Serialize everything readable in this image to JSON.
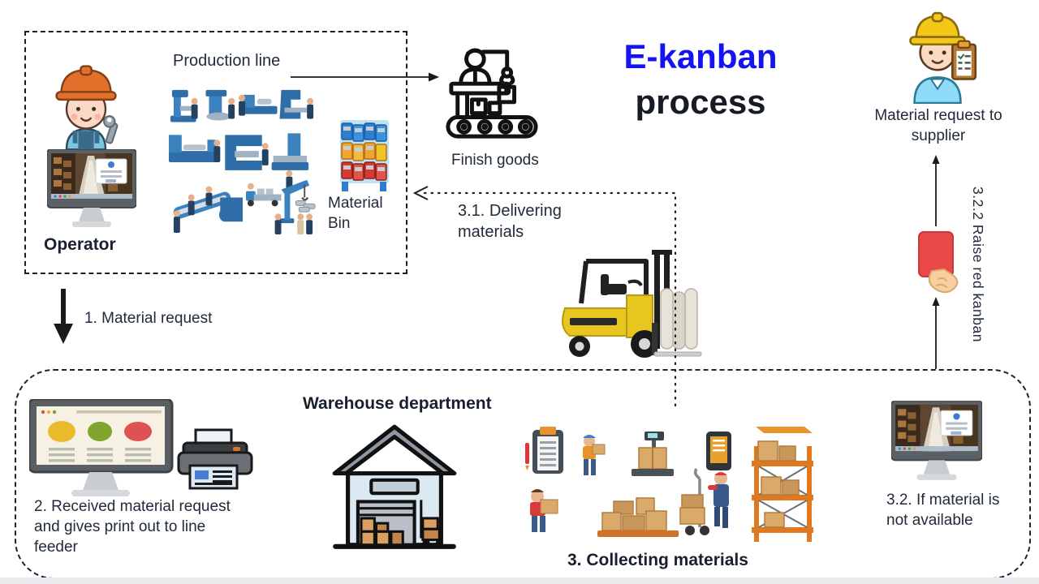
{
  "title": {
    "lines": [
      "E-kanban",
      "process"
    ]
  },
  "production": {
    "label": "Production line",
    "operator_label": "Operator",
    "material_bin_lines": [
      "Material",
      "Bin"
    ]
  },
  "finish_goods": {
    "label": "Finish goods"
  },
  "supplier": {
    "label_lines": [
      "Material request to",
      "supplier"
    ]
  },
  "flows": {
    "material_request": "1. Material request",
    "delivering_lines": [
      "3.1. Delivering",
      "materials"
    ],
    "raise_red_kanban": "3.2.2 Raise red kanban"
  },
  "warehouse": {
    "label": "Warehouse department",
    "received_lines": [
      "2. Received material request",
      "and gives print out to line",
      "feeder"
    ],
    "collecting_label": "3. Collecting materials",
    "not_available_lines": [
      "3.2. If material is",
      "not available"
    ]
  },
  "colors": {
    "accent_blue": "#1414f2",
    "text_dark": "#212b3a",
    "kanban_red": "#e84848",
    "forklift_yellow": "#e9c51f",
    "machine_blue": "#2e6da8",
    "bin_blue": "#2f7fd0",
    "bin_yellow": "#f2a42c",
    "bin_red": "#d83a30",
    "box_tan": "#d9aa6a",
    "rack_orange": "#e07820"
  },
  "icons": {
    "operator": "worker-with-orange-hardhat-and-wrench",
    "operator_terminal": "monitor-with-warehouse-app-login",
    "production_machines": "blue-isometric-factory-machines",
    "material_bin": "stacked-color-parts-bins",
    "finish_goods": "outline-worker-at-conveyor-with-crane-hook",
    "supplier": "worker-with-yellow-hardhat-and-clipboard",
    "red_kanban": "hand-raising-red-card",
    "forklift": "yellow-forklift",
    "request_terminal": "monitor-with-status-dashboard",
    "printer": "printer-with-printout",
    "warehouse_building": "warehouse-with-boxes",
    "collecting": "workers-collecting-boxes-scale-rack",
    "warehouse_terminal": "monitor-with-warehouse-app-login"
  }
}
